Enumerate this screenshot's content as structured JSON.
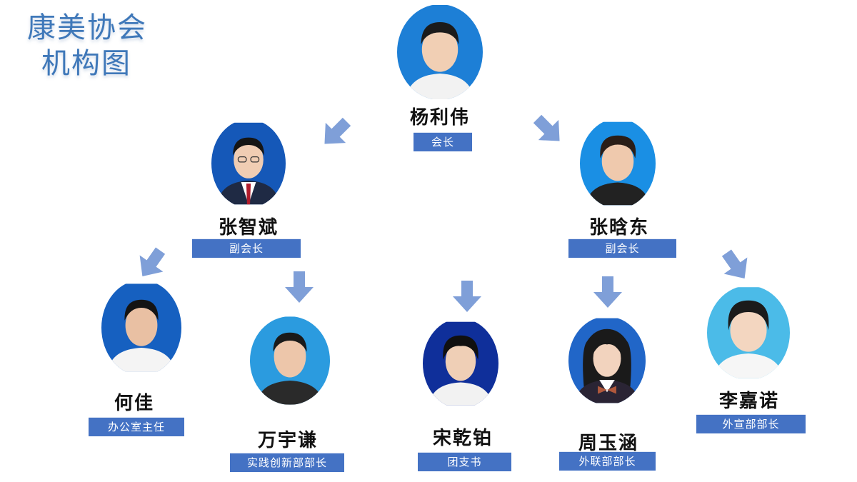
{
  "title": {
    "line1": "康美协会",
    "line2": "机构图"
  },
  "colors": {
    "accent": "#4472c4",
    "title": "#3f78b9",
    "arrow": "#7f9fd8"
  },
  "members": [
    {
      "name": "杨利伟",
      "role": "会长",
      "bg": "#1d7fd6"
    },
    {
      "name": "张智斌",
      "role": "副会长",
      "bg": "#1558b8"
    },
    {
      "name": "张晗东",
      "role": "副会长",
      "bg": "#1a8fe4"
    },
    {
      "name": "何佳",
      "role": "办公室主任",
      "bg": "#1660c0"
    },
    {
      "name": "万宇谦",
      "role": "实践创新部部长",
      "bg": "#2b9bdf"
    },
    {
      "name": "宋乾铂",
      "role": "团支书",
      "bg": "#0f2f9a"
    },
    {
      "name": "周玉涵",
      "role": "外联部部长",
      "bg": "#2166c8"
    },
    {
      "name": "李嘉诺",
      "role": "外宣部部长",
      "bg": "#4bbbe8"
    }
  ]
}
